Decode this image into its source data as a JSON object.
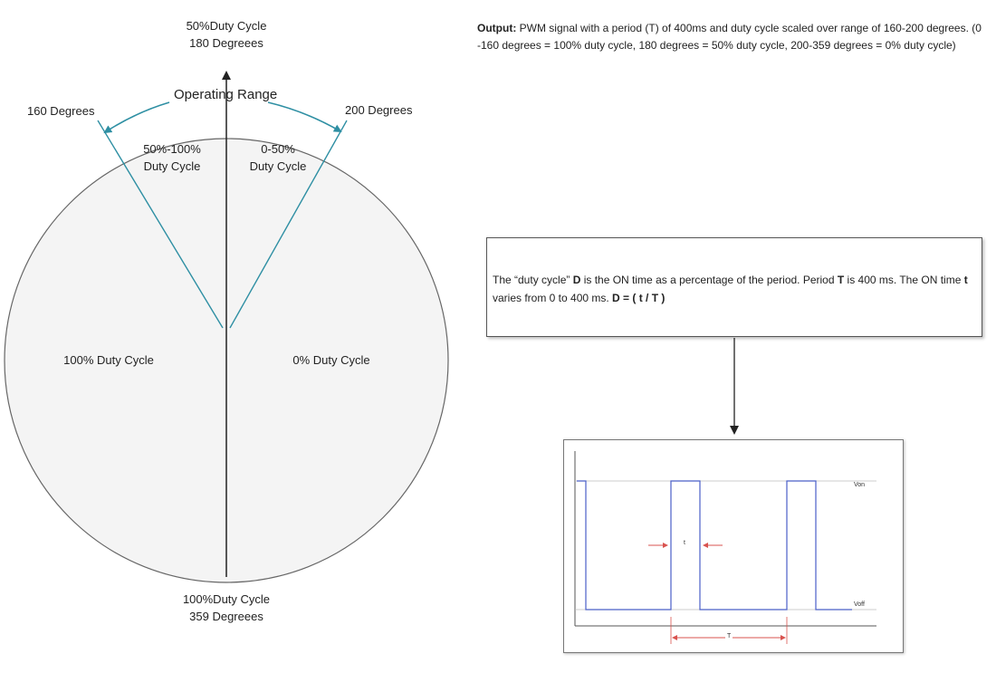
{
  "dial": {
    "top_label": [
      "50%Duty Cycle",
      "180 Degreees"
    ],
    "bottom_label": [
      "100%Duty Cycle",
      "359 Degreees"
    ],
    "left_edge_label": "160 Degrees",
    "right_edge_label": "200 Degrees",
    "operating_range": "Operating Range",
    "upper_left_zone": [
      "50%-100%",
      "Duty Cycle"
    ],
    "upper_right_zone": [
      "0-50%",
      "Duty Cycle"
    ],
    "left_half": "100% Duty Cycle",
    "right_half": "0% Duty Cycle"
  },
  "output_note": {
    "bold_lead": "Output:",
    "text": " PWM signal with a period (T) of 400ms and duty cycle scaled over range of 160-200 degrees. (0 -160 degrees = 100% duty cycle, 180 degrees = 50% duty cycle, 200-359 degrees = 0% duty cycle)"
  },
  "duty_box": {
    "p1": "The “duty cycle” ",
    "b1": "D",
    "p2": " is the ON time as a percentage of the period.  Period ",
    "b2": "T",
    "p3": " is 400 ms.  The ON time ",
    "b3": "t",
    "p4": " varies from 0 to 400 ms.  ",
    "b4": "D = ( t / T )"
  },
  "scope": {
    "von": "Von",
    "voff": "Voff",
    "t_small": "t",
    "t_period": "T"
  },
  "colors": {
    "boundary_line": "#2e8fa3",
    "signal": "#4b5fc8",
    "arrow_red": "#d9534f",
    "dial_fill": "#f4f4f4"
  }
}
